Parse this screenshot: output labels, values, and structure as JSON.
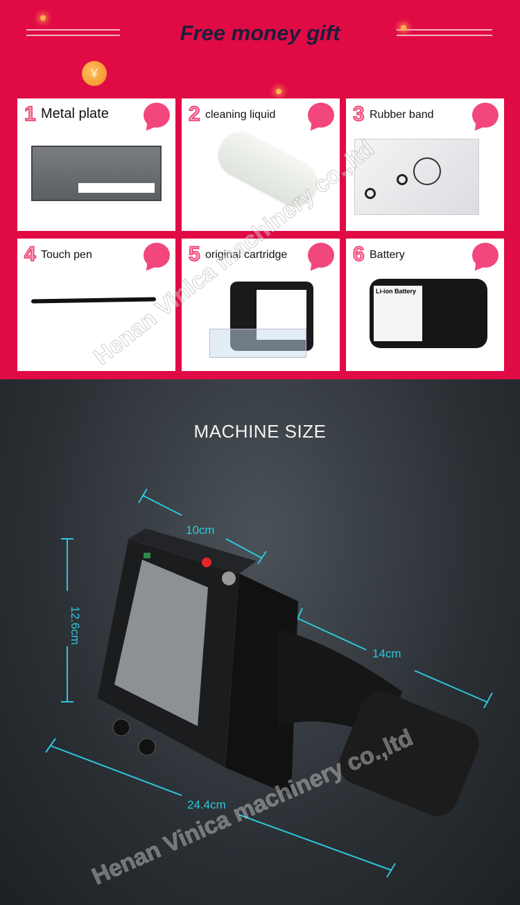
{
  "header": {
    "title": "Free money gift",
    "coin_icon": "yen-coin-icon"
  },
  "gifts": [
    {
      "number": "1",
      "label": "Metal plate"
    },
    {
      "number": "2",
      "label": "cleaning liquid"
    },
    {
      "number": "3",
      "label": "Rubber band"
    },
    {
      "number": "4",
      "label": "Touch pen"
    },
    {
      "number": "5",
      "label": "original cartridge"
    },
    {
      "number": "6",
      "label": "Battery"
    }
  ],
  "battery_label": "Li-ion Battery",
  "machine": {
    "title": "MACHINE SIZE",
    "dimensions": {
      "width": "10cm",
      "height": "12.6cm",
      "depth": "14cm",
      "length": "24.4cm"
    }
  },
  "watermark": "Henan Vinica machinery co.,ltd",
  "colors": {
    "background_top": "#e00a45",
    "accent_pink": "#f2477c",
    "dimension_cyan": "#2cc7de"
  }
}
